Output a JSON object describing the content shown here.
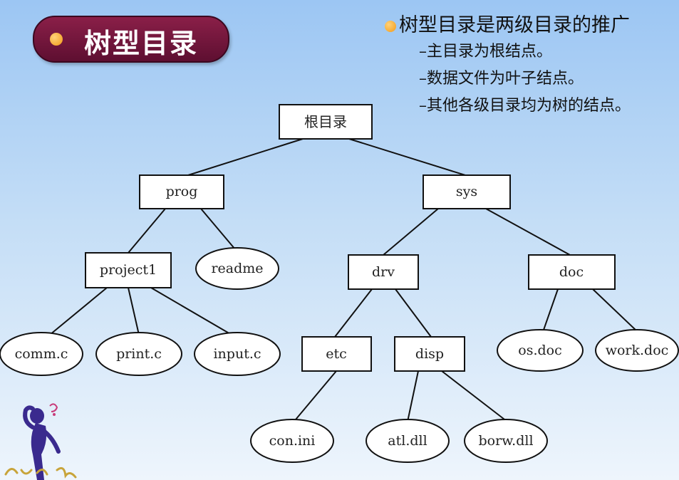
{
  "title": "树型目录",
  "bullet_main": "树型目录是两级目录的推广",
  "bullet_subs": [
    "–主目录为根结点。",
    "–数据文件为叶子结点。",
    "–其他各级目录均为树的结点。"
  ],
  "nodes": {
    "root": "根目录",
    "prog": "prog",
    "sys": "sys",
    "project1": "project1",
    "readme": "readme",
    "drv": "drv",
    "doc": "doc",
    "comm": "comm.c",
    "print": "print.c",
    "input": "input.c",
    "etc": "etc",
    "disp": "disp",
    "os": "os.doc",
    "work": "work.doc",
    "con": "con.ini",
    "atl": "atl.dll",
    "borw": "borw.dll"
  },
  "colors": {
    "accent": "#f29a17",
    "title_bg": "#6e1438"
  }
}
